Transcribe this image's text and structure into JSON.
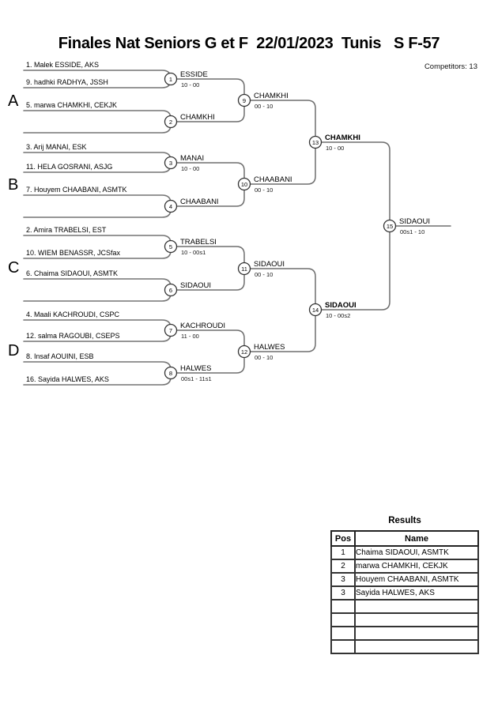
{
  "header": {
    "title": "Finales Nat Seniors G et F  22/01/2023  Tunis   S F-57",
    "competitors": "Competitors: 13"
  },
  "bracket": {
    "pools": [
      "A",
      "B",
      "C",
      "D"
    ],
    "seeds": [
      "1. Malek ESSIDE, AKS",
      "9. hadhki RADHYA, JSSH",
      "5. marwa CHAMKHI, CEKJK",
      "",
      "3. Arij MANAI, ESK",
      "11. HELA GOSRANI, ASJG",
      "7. Houyem CHAABANI, ASMTK",
      "",
      "2. Amira TRABELSI, EST",
      "10. WIEM BENASSR, JCSfax",
      "6. Chaima SIDAOUI, ASMTK",
      "",
      "4. Maali KACHROUDI, CSPC",
      "12. salma RAGOUBI, CSEPS",
      "8. Insaf AOUINI, ESB",
      "16. Sayida HALWES, AKS"
    ],
    "matches": {
      "m1": {
        "n": "1",
        "w": "ESSIDE",
        "s": "10 - 00"
      },
      "m2": {
        "n": "2",
        "w": "CHAMKHI",
        "s": ""
      },
      "m3": {
        "n": "3",
        "w": "MANAI",
        "s": "10 - 00"
      },
      "m4": {
        "n": "4",
        "w": "CHAABANI",
        "s": ""
      },
      "m5": {
        "n": "5",
        "w": "TRABELSI",
        "s": "10 - 00s1"
      },
      "m6": {
        "n": "6",
        "w": "SIDAOUI",
        "s": ""
      },
      "m7": {
        "n": "7",
        "w": "KACHROUDI",
        "s": "11 - 00"
      },
      "m8": {
        "n": "8",
        "w": "HALWES",
        "s": "00s1 - 11s1"
      },
      "m9": {
        "n": "9",
        "w": "CHAMKHI",
        "s": "00 - 10"
      },
      "m10": {
        "n": "10",
        "w": "CHAABANI",
        "s": "00 - 10"
      },
      "m11": {
        "n": "11",
        "w": "SIDAOUI",
        "s": "00 - 10"
      },
      "m12": {
        "n": "12",
        "w": "HALWES",
        "s": "00 - 10"
      },
      "m13": {
        "n": "13",
        "w": "CHAMKHI",
        "s": "10 - 00"
      },
      "m14": {
        "n": "14",
        "w": "SIDAOUI",
        "s": "10 - 00s2"
      },
      "m15": {
        "n": "15",
        "w": "SIDAOUI",
        "s": "00s1 - 10"
      }
    }
  },
  "results": {
    "title": "Results",
    "columns": [
      "Pos",
      "Name"
    ],
    "rows": [
      [
        "1",
        "Chaima SIDAOUI, ASMTK"
      ],
      [
        "2",
        "marwa CHAMKHI, CEKJK"
      ],
      [
        "3",
        "Houyem CHAABANI, ASMTK"
      ],
      [
        "3",
        "Sayida HALWES, AKS"
      ],
      [
        "",
        ""
      ],
      [
        "",
        ""
      ],
      [
        "",
        ""
      ],
      [
        "",
        ""
      ]
    ]
  }
}
